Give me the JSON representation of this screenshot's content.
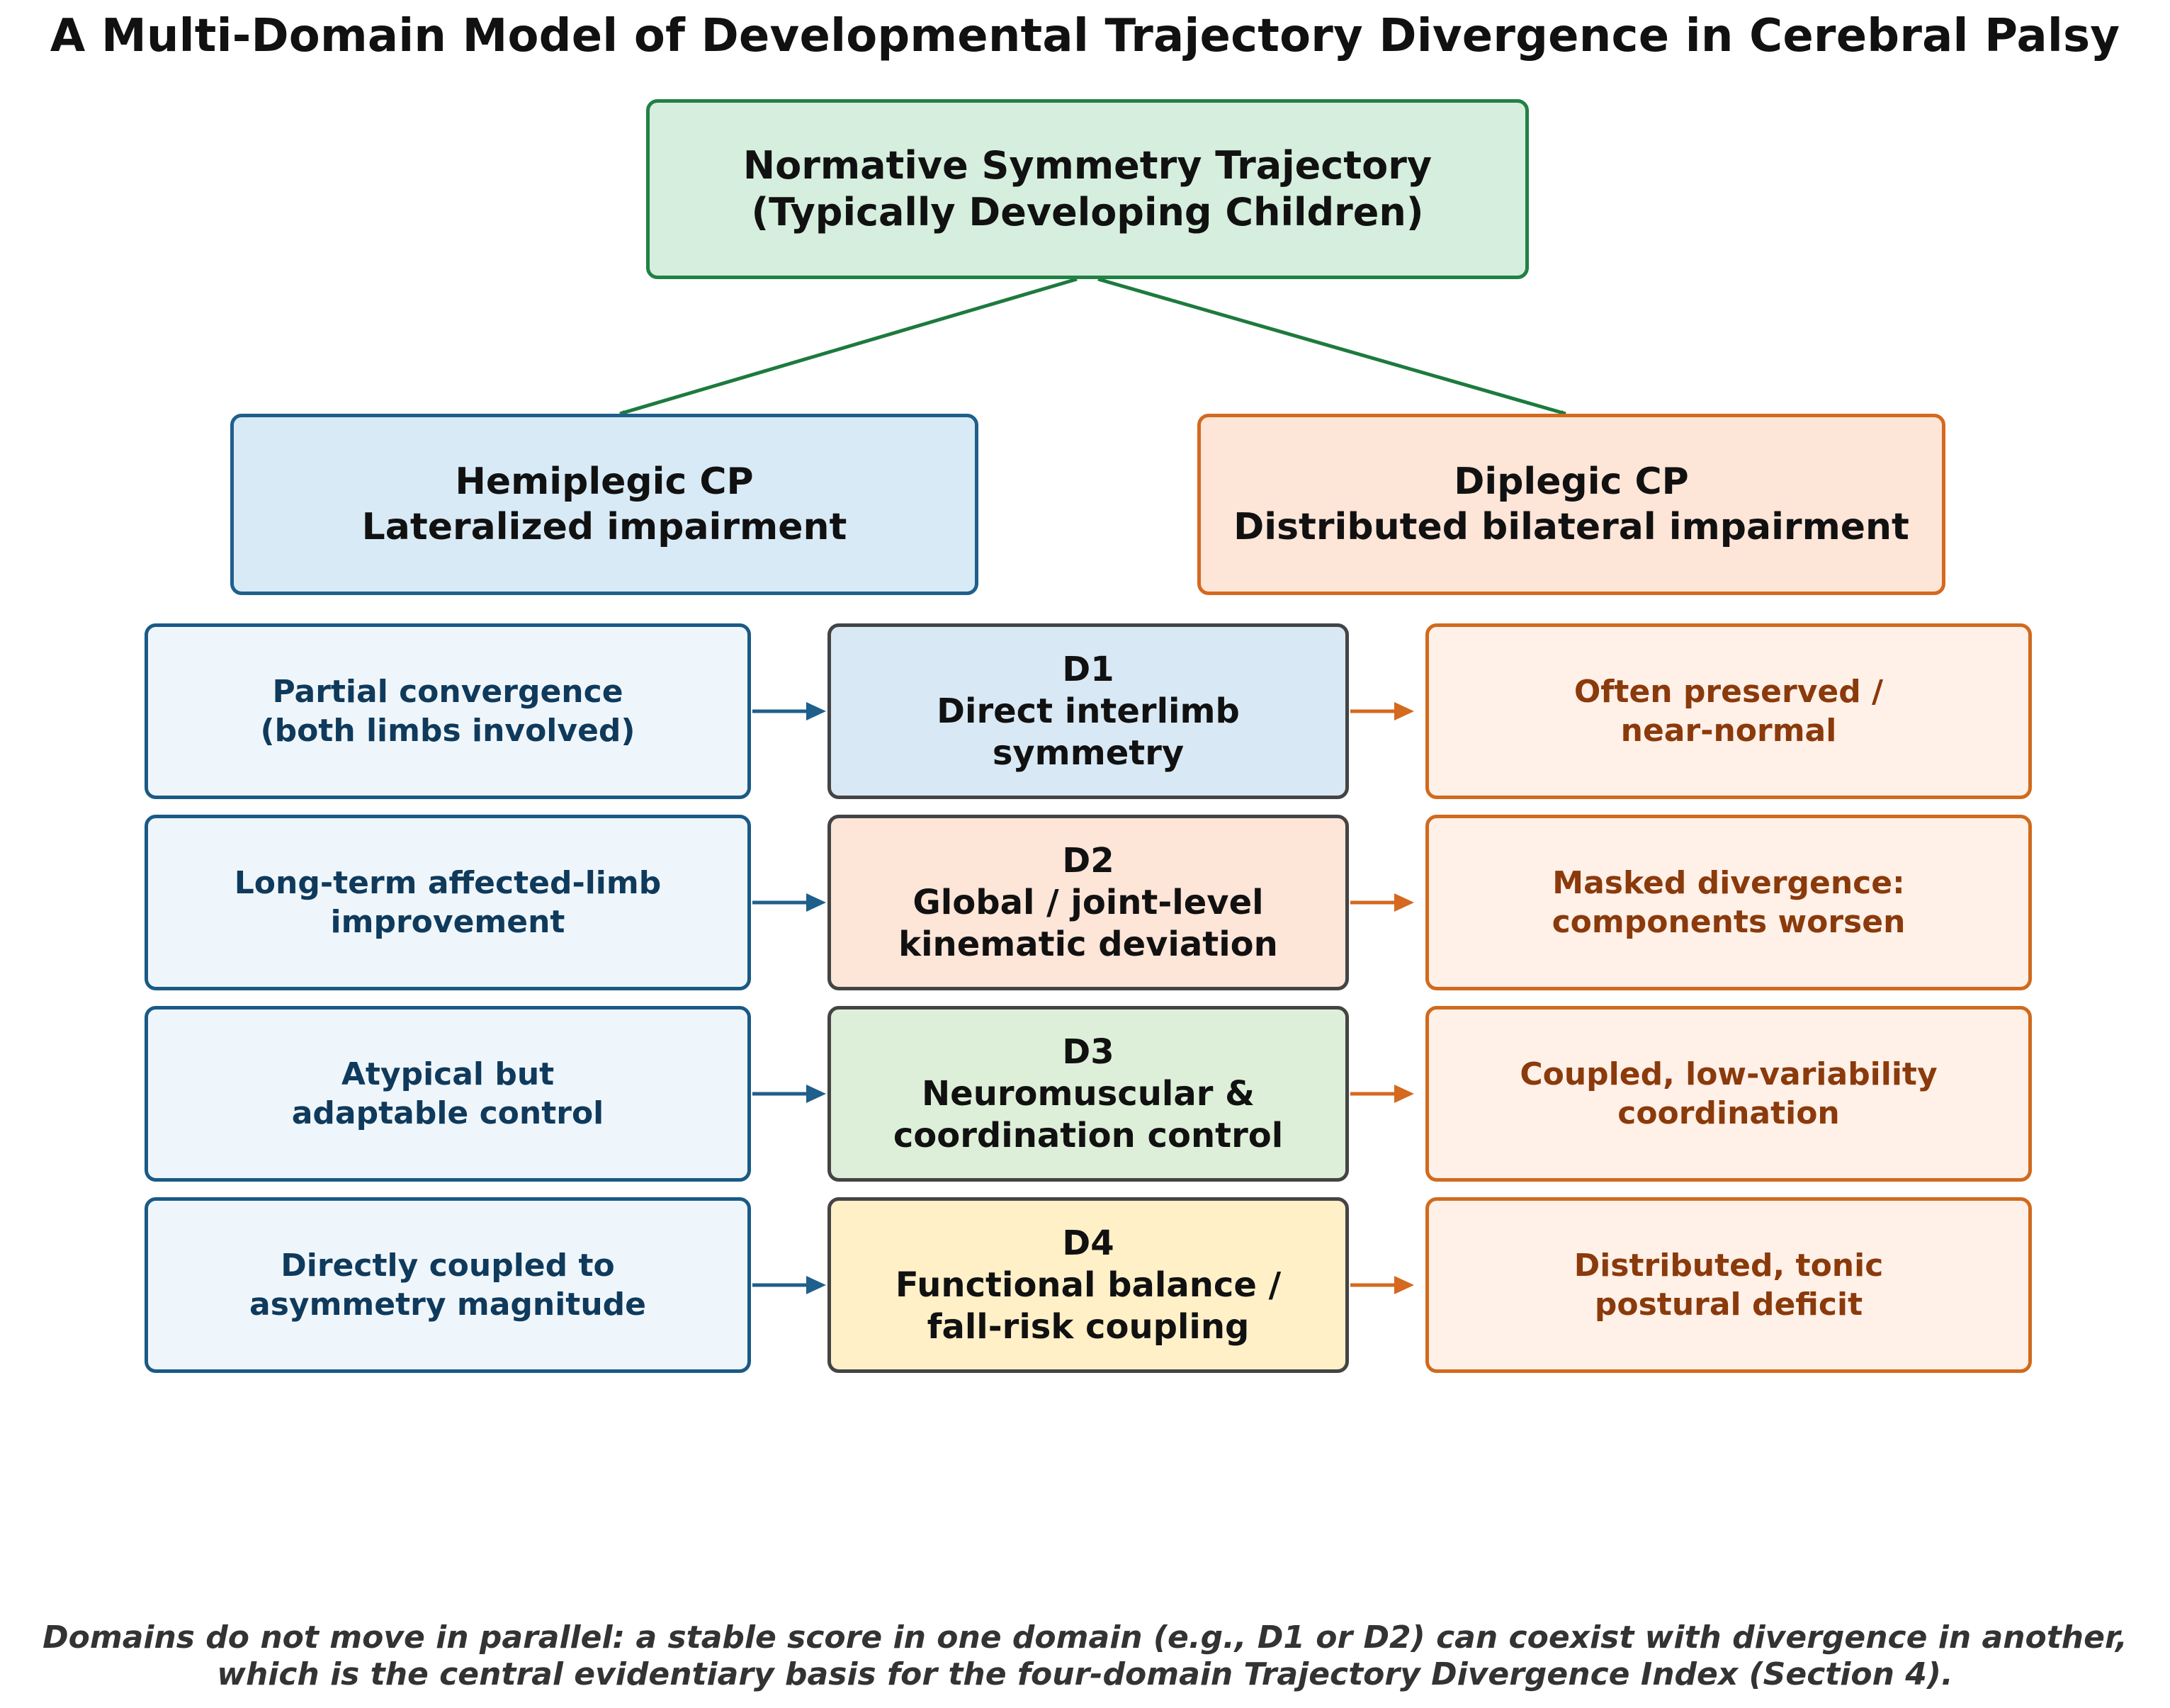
{
  "title": "A Multi-Domain Model of Developmental Trajectory Divergence in Cerebral Palsy",
  "top_node": {
    "line1": "Normative Symmetry Trajectory",
    "line2": "(Typically Developing Children)"
  },
  "hemiplegic": {
    "line1": "Hemiplegic CP",
    "line2": "Lateralized impairment"
  },
  "diplegic": {
    "line1": "Diplegic CP",
    "line2": "Distributed bilateral impairment"
  },
  "rows": [
    {
      "hemi": [
        "Partial convergence",
        "(both limbs involved)"
      ],
      "domain": [
        "D1",
        "Direct interlimb",
        "symmetry"
      ],
      "dipl": [
        "Often preserved /",
        "near-normal"
      ],
      "color": "#d8e9f5"
    },
    {
      "hemi": [
        "Long-term affected-limb",
        "improvement"
      ],
      "domain": [
        "D2",
        "Global / joint-level",
        "kinematic deviation"
      ],
      "dipl": [
        "Masked divergence:",
        "components worsen"
      ],
      "color": "#fde5d8"
    },
    {
      "hemi": [
        "Atypical but",
        "adaptable control"
      ],
      "domain": [
        "D3",
        "Neuromuscular &",
        "coordination control"
      ],
      "dipl": [
        "Coupled, low-variability",
        "coordination"
      ],
      "color": "#deefd9"
    },
    {
      "hemi": [
        "Directly coupled to",
        "asymmetry magnitude"
      ],
      "domain": [
        "D4",
        "Functional balance /",
        "fall-risk coupling"
      ],
      "dipl": [
        "Distributed, tonic",
        "postural deficit"
      ],
      "color": "#fff0c8"
    }
  ],
  "footnote": {
    "line1": "Domains do not move in parallel: a stable score in one domain (e.g., D1 or D2) can coexist with divergence in another,",
    "line2": "which is the central evidentiary basis for the four-domain Trajectory Divergence Index (Section 4)."
  },
  "colors": {
    "green_arrow": "#1d7a3e",
    "blue_arrow": "#1f5f8b",
    "orange_arrow": "#d4691f"
  }
}
